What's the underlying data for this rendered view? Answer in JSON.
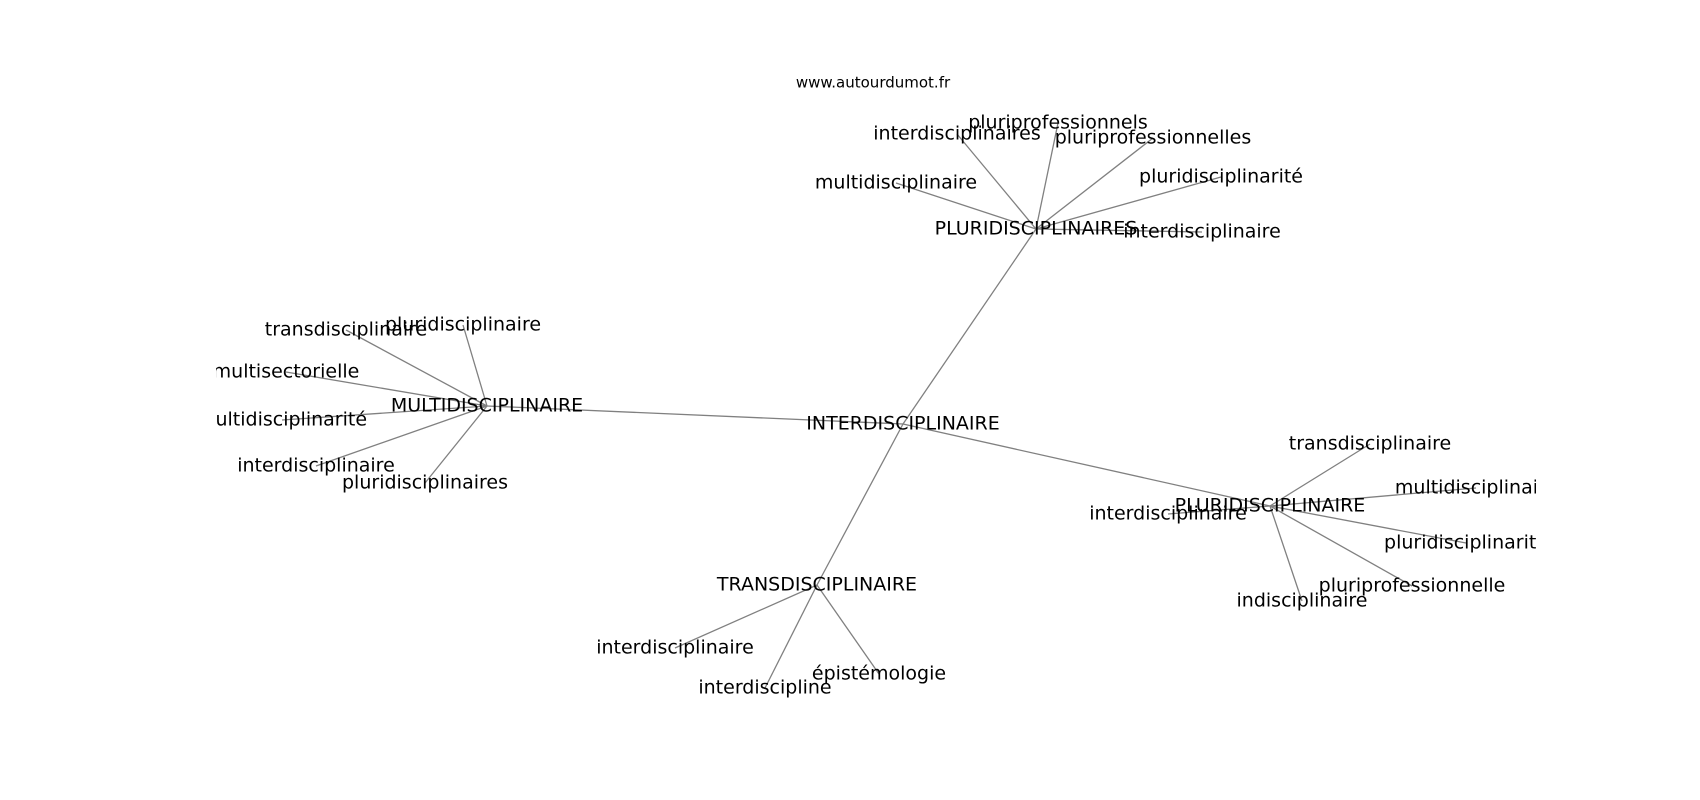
{
  "watermark": "www.autourdumot.fr",
  "colors": {
    "edge": "#808080",
    "text": "#000000",
    "background": "#ffffff"
  },
  "nodes": [
    {
      "id": "n_inter",
      "label": "INTERDISCIPLINAIRE"
    },
    {
      "id": "n_plurisP",
      "label": "PLURIDISCIPLINAIRES"
    },
    {
      "id": "n_multiP",
      "label": "MULTIDISCIPLINAIRE"
    },
    {
      "id": "n_pluriS",
      "label": "PLURIDISCIPLINAIRE"
    },
    {
      "id": "n_trans",
      "label": "TRANSDISCIPLINAIRE"
    },
    {
      "id": "a1",
      "label": "pluriprofessionnels"
    },
    {
      "id": "a2",
      "label": "interdisciplinaires"
    },
    {
      "id": "a3",
      "label": "pluriprofessionnelles"
    },
    {
      "id": "a4",
      "label": "multidisciplinaire"
    },
    {
      "id": "a5",
      "label": "pluridisciplinarité"
    },
    {
      "id": "a6",
      "label": "interdisciplinaire"
    },
    {
      "id": "b1",
      "label": "transdisciplinaire"
    },
    {
      "id": "b2",
      "label": "pluridisciplinaire"
    },
    {
      "id": "b3",
      "label": "multisectorielle"
    },
    {
      "id": "b4",
      "label": "multidisciplinarité"
    },
    {
      "id": "b5",
      "label": "interdisciplinaire"
    },
    {
      "id": "b6",
      "label": "pluridisciplinaires"
    },
    {
      "id": "c1",
      "label": "transdisciplinaire"
    },
    {
      "id": "c2",
      "label": "multidisciplinaire"
    },
    {
      "id": "c3",
      "label": "interdisciplinaire"
    },
    {
      "id": "c4",
      "label": "pluridisciplinarité"
    },
    {
      "id": "c5",
      "label": "pluriprofessionnelle"
    },
    {
      "id": "c6",
      "label": "indisciplinaire"
    },
    {
      "id": "d1",
      "label": "interdisciplinaire"
    },
    {
      "id": "d2",
      "label": "épistémologie"
    },
    {
      "id": "d3",
      "label": "interdiscipline"
    }
  ],
  "edges": [
    [
      "n_inter",
      "n_plurisP"
    ],
    [
      "n_inter",
      "n_multiP"
    ],
    [
      "n_inter",
      "n_pluriS"
    ],
    [
      "n_inter",
      "n_trans"
    ],
    [
      "n_plurisP",
      "a1"
    ],
    [
      "n_plurisP",
      "a2"
    ],
    [
      "n_plurisP",
      "a3"
    ],
    [
      "n_plurisP",
      "a4"
    ],
    [
      "n_plurisP",
      "a5"
    ],
    [
      "n_plurisP",
      "a6"
    ],
    [
      "n_multiP",
      "b1"
    ],
    [
      "n_multiP",
      "b2"
    ],
    [
      "n_multiP",
      "b3"
    ],
    [
      "n_multiP",
      "b4"
    ],
    [
      "n_multiP",
      "b5"
    ],
    [
      "n_multiP",
      "b6"
    ],
    [
      "n_pluriS",
      "c1"
    ],
    [
      "n_pluriS",
      "c2"
    ],
    [
      "n_pluriS",
      "c3"
    ],
    [
      "n_pluriS",
      "c4"
    ],
    [
      "n_pluriS",
      "c5"
    ],
    [
      "n_pluriS",
      "c6"
    ],
    [
      "n_trans",
      "d1"
    ],
    [
      "n_trans",
      "d2"
    ],
    [
      "n_trans",
      "d3"
    ]
  ]
}
